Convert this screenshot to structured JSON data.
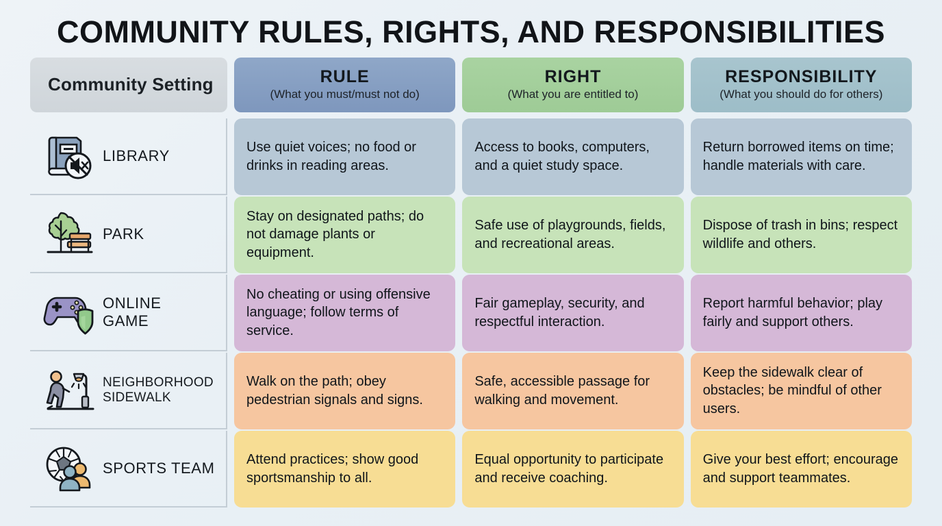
{
  "title": "COMMUNITY RULES, RIGHTS, AND RESPONSIBILITIES",
  "columns": {
    "setting": {
      "label": "Community Setting"
    },
    "rule": {
      "label": "RULE",
      "sub": "(What you must/must not do)",
      "color": "#8fa7c8"
    },
    "right": {
      "label": "RIGHT",
      "sub": "(What you are entitled to)",
      "color": "#a9d3a1"
    },
    "responsibility": {
      "label": "RESPONSIBILITY",
      "sub": "(What you should do for others)",
      "color": "#a8c5ce"
    }
  },
  "rows": [
    {
      "setting": "LIBRARY",
      "icon": "book-mute-icon",
      "tone": "tone-library",
      "cell_color": "#b7c8d6",
      "rule": "Use quiet voices; no food or drinks in reading areas.",
      "right": "Access to books, computers, and a quiet study space.",
      "responsibility": "Return borrowed items on time; handle materials with care."
    },
    {
      "setting": "PARK",
      "icon": "tree-bench-icon",
      "tone": "tone-park",
      "cell_color": "#c7e3b9",
      "rule": "Stay on designated paths; do not damage plants or equipment.",
      "right": "Safe use of playgrounds, fields, and recreational areas.",
      "responsibility": "Dispose of trash in bins; respect wildlife and others."
    },
    {
      "setting": "ONLINE\nGAME",
      "icon": "gamepad-shield-icon",
      "tone": "tone-game",
      "cell_color": "#d5b8d7",
      "rule": "No cheating or using offensive language; follow terms of service.",
      "right": "Fair gameplay, security, and respectful interaction.",
      "responsibility": "Report harmful behavior; play fairly and support others."
    },
    {
      "setting": "NEIGHBORHOOD\nSIDEWALK",
      "icon": "pedestrian-streetlamp-icon",
      "tone": "tone-walk",
      "cell_color": "#f6c6a0",
      "rule": "Walk on the path; obey pedestrian signals and signs.",
      "right": "Safe, accessible passage for walking and movement.",
      "responsibility": "Keep the sidewalk clear of obstacles; be mindful of other users."
    },
    {
      "setting": "SPORTS TEAM",
      "icon": "soccer-team-icon",
      "tone": "tone-sports",
      "cell_color": "#f7dd94",
      "rule": "Attend practices; show good sportsmanship to all.",
      "right": "Equal opportunity to participate and receive coaching.",
      "responsibility": "Give your best effort; encourage and support teammates."
    }
  ]
}
